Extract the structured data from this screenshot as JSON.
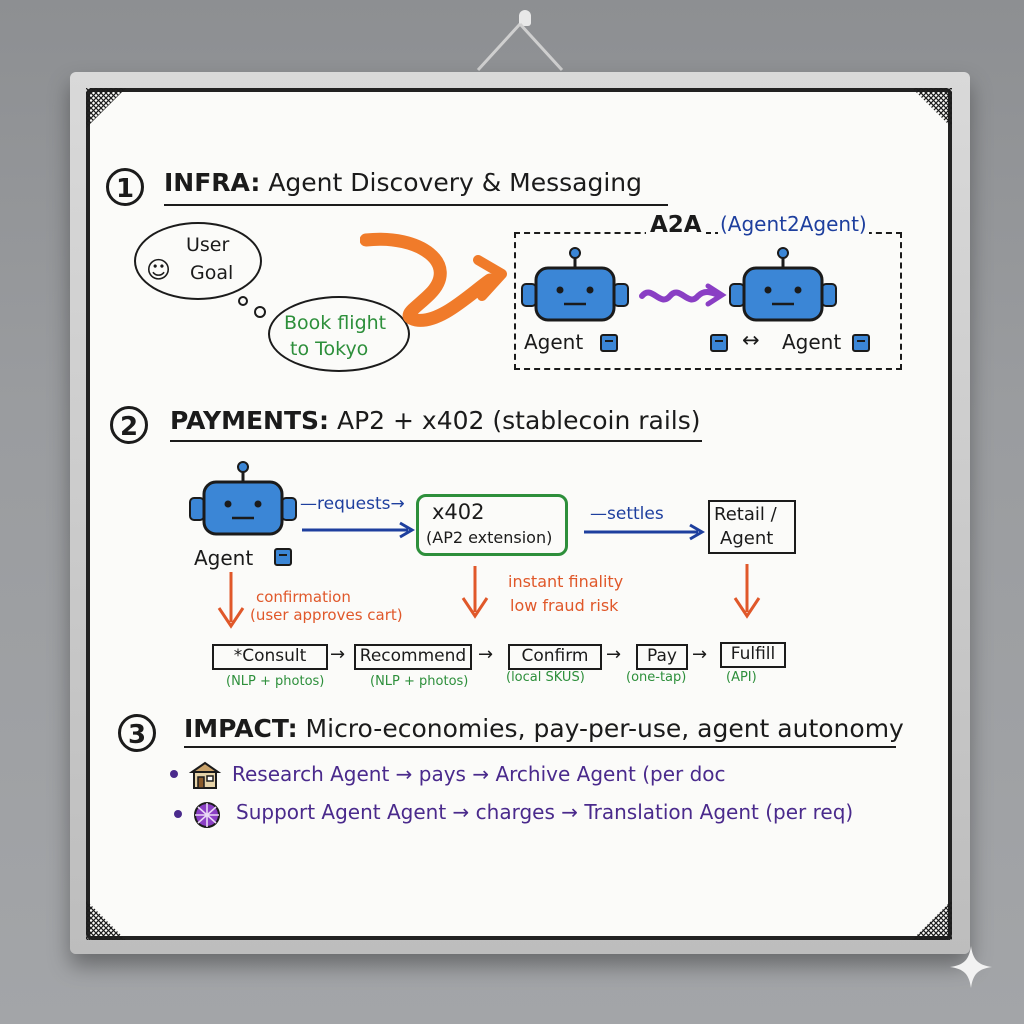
{
  "section1": {
    "number": "1",
    "title_bold": "INFRA:",
    "title_rest": "Agent Discovery & Messaging",
    "bubble_user": "User",
    "bubble_goal": "Goal",
    "bubble_smiley": "☺",
    "thought": [
      "Book flight",
      "to Tokyo"
    ],
    "a2a_title": "A2A",
    "a2a_sub": "(Agent2Agent)",
    "agent_left": "Agent",
    "agent_right": "Agent",
    "exchange_arrow": "↔"
  },
  "section2": {
    "number": "2",
    "title_bold": "PAYMENTS:",
    "title_rest": "AP2 + x402 (stablecoin rails)",
    "agent_label": "Agent",
    "requests": "—requests→",
    "x402_line1": "x402",
    "x402_line2": "(AP2 extension)",
    "settles": "—settles",
    "retail_line1": "Retail /",
    "retail_line2": "Agent",
    "confirmation_1": "confirmation",
    "confirmation_2": "(user approves cart)",
    "instant_1": "instant finality",
    "instant_2": "low fraud risk",
    "steps": [
      {
        "label": "*Consult",
        "sub": "(NLP + photos)"
      },
      {
        "label": "Recommend",
        "sub": "(NLP + photos)"
      },
      {
        "label": "Confirm",
        "sub": "(local SKUS)"
      },
      {
        "label": "Pay",
        "sub": "(one-tap)"
      },
      {
        "label": "Fulfill",
        "sub": "(API)"
      }
    ]
  },
  "section3": {
    "number": "3",
    "title_bold": "IMPACT:",
    "title_rest": "Micro-economies, pay-per-use, agent autonomy",
    "lines": [
      {
        "text": "Research Agent → pays → Archive Agent (per doc",
        "icon": "storefront-icon"
      },
      {
        "text": "Support Agent Agent → charges → Translation Agent (per req)",
        "icon": "globe-icon"
      }
    ]
  },
  "colors": {
    "orange": "#e0582a",
    "blue": "#1e3f9e",
    "purple": "#4a2a8c",
    "green": "#2d8f3b",
    "robot": "#3b86d6"
  }
}
